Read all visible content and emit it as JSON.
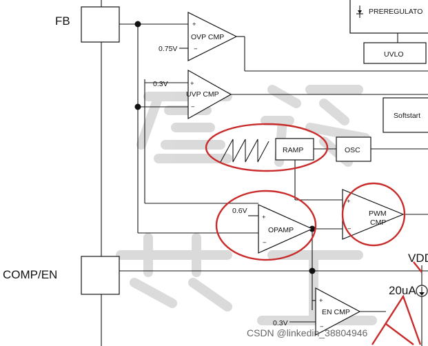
{
  "pins": {
    "fb": "FB",
    "comp_en": "COMP/EN"
  },
  "blocks": {
    "ovp_cmp": "OVP CMP",
    "uvp_cmp": "UVP CMP",
    "ramp": "RAMP",
    "osc": "OSC",
    "opamp": "OPAMP",
    "pwm_cmp_line1": "PWM",
    "pwm_cmp_line2": "CMP",
    "en_cmp": "EN CMP",
    "softstart": "Softstart",
    "preregulator": "PREREGULATO",
    "uvlo": "UVLO",
    "vdd": "VDD"
  },
  "references": {
    "ovp_ref": "0.75V",
    "uvp_ref": "0.3V",
    "opamp_ref": "0.6V",
    "en_ref": "0.3V",
    "current_source": "20uA"
  },
  "signs": {
    "plus": "+",
    "minus": "−"
  },
  "watermark": "CSDN @linkedin_38804946",
  "colors": {
    "annotation": "#c92a2a",
    "wire": "#111111",
    "watermark_glyph": "#b5b5b5"
  }
}
